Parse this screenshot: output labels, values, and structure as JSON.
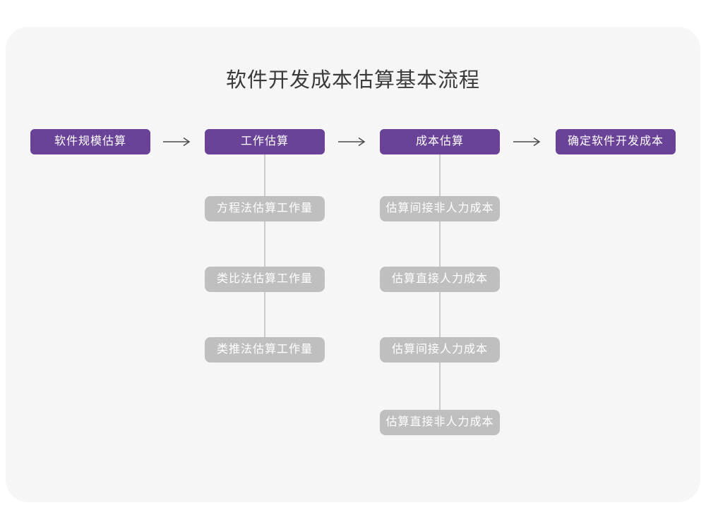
{
  "title": "软件开发成本估算基本流程",
  "colors": {
    "accent_purple": "#6a4399",
    "sub_node_gray": "#bfbfbf",
    "card_background": "#f6f6f6",
    "page_background": "#ffffff",
    "connector_line": "#cccccc",
    "arrow": "#4a4a4a",
    "title_text": "#3a3a3a",
    "node_text": "#ffffff"
  },
  "flow": {
    "main_nodes": [
      "软件规模估算",
      "工作估算",
      "成本估算",
      "确定软件开发成本"
    ],
    "work_children": [
      "方程法估算工作量",
      "类比法估算工作量",
      "类推法估算工作量"
    ],
    "cost_children": [
      "估算间接非人力成本",
      "估算直接人力成本",
      "估算间接人力成本",
      "估算直接非人力成本"
    ]
  }
}
